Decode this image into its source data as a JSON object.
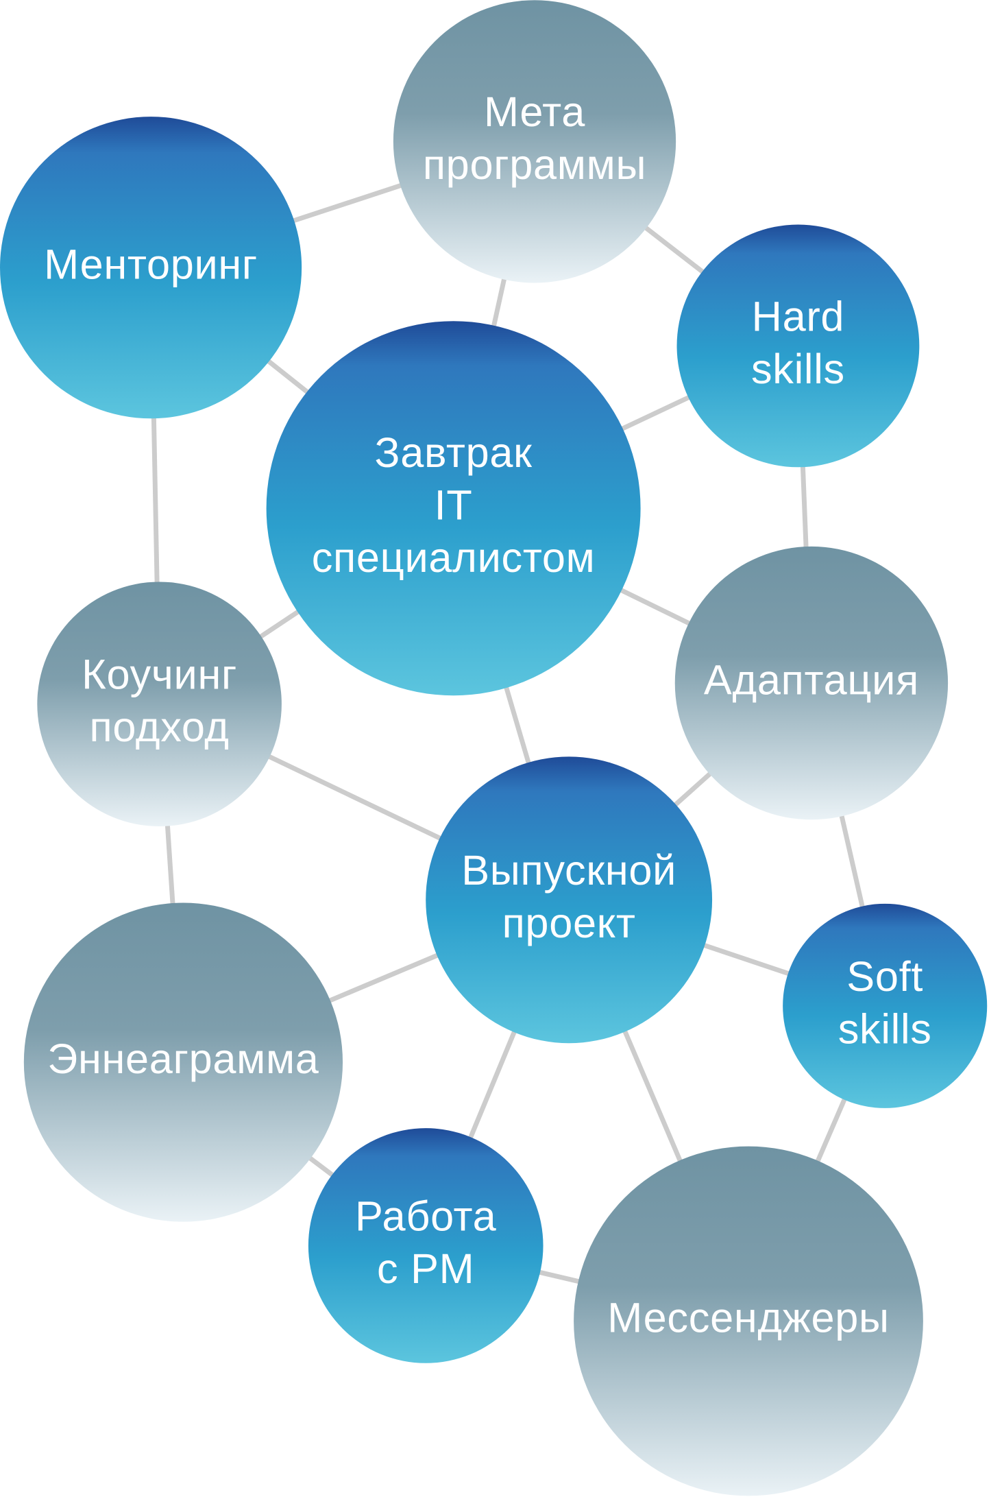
{
  "colors": {
    "edge": "#cccccc",
    "blue_top": "#1f4b98",
    "blue_mid": "#2c9fcd",
    "blue_bottom": "#5cc5de",
    "gray_top": "#6f93a3",
    "gray_mid": "#7e9eac",
    "gray_bottom": "#eaf2f6",
    "text": "#ffffff"
  },
  "nodes": [
    {
      "id": "meta",
      "style": "gray",
      "lines": [
        "Мета",
        "программы"
      ]
    },
    {
      "id": "mentoring",
      "style": "blue",
      "lines": [
        "Менторинг"
      ]
    },
    {
      "id": "hard",
      "style": "blue",
      "lines": [
        "Hard",
        "skills"
      ]
    },
    {
      "id": "breakfast",
      "style": "blue",
      "lines": [
        "Завтрак",
        "IT",
        "специалистом"
      ]
    },
    {
      "id": "adaptation",
      "style": "gray",
      "lines": [
        "Адаптация"
      ]
    },
    {
      "id": "coaching",
      "style": "gray",
      "lines": [
        "Коучинг",
        "подход"
      ]
    },
    {
      "id": "graduation",
      "style": "blue",
      "lines": [
        "Выпускной",
        "проект"
      ]
    },
    {
      "id": "soft",
      "style": "blue",
      "lines": [
        "Soft",
        "skills"
      ]
    },
    {
      "id": "enneagram",
      "style": "gray",
      "lines": [
        "Эннеаграмма"
      ]
    },
    {
      "id": "pm",
      "style": "blue",
      "lines": [
        "Работа",
        "с PM"
      ]
    },
    {
      "id": "messengers",
      "style": "gray",
      "lines": [
        "Мессенджеры"
      ]
    }
  ],
  "edges": [
    [
      "mentoring",
      "meta"
    ],
    [
      "mentoring",
      "breakfast"
    ],
    [
      "mentoring",
      "coaching"
    ],
    [
      "meta",
      "breakfast"
    ],
    [
      "meta",
      "hard"
    ],
    [
      "hard",
      "breakfast"
    ],
    [
      "hard",
      "adaptation"
    ],
    [
      "breakfast",
      "adaptation"
    ],
    [
      "breakfast",
      "coaching"
    ],
    [
      "breakfast",
      "graduation"
    ],
    [
      "coaching",
      "graduation"
    ],
    [
      "coaching",
      "enneagram"
    ],
    [
      "adaptation",
      "graduation"
    ],
    [
      "adaptation",
      "soft"
    ],
    [
      "graduation",
      "soft"
    ],
    [
      "graduation",
      "enneagram"
    ],
    [
      "graduation",
      "pm"
    ],
    [
      "graduation",
      "messengers"
    ],
    [
      "enneagram",
      "pm"
    ],
    [
      "pm",
      "messengers"
    ],
    [
      "soft",
      "messengers"
    ]
  ]
}
